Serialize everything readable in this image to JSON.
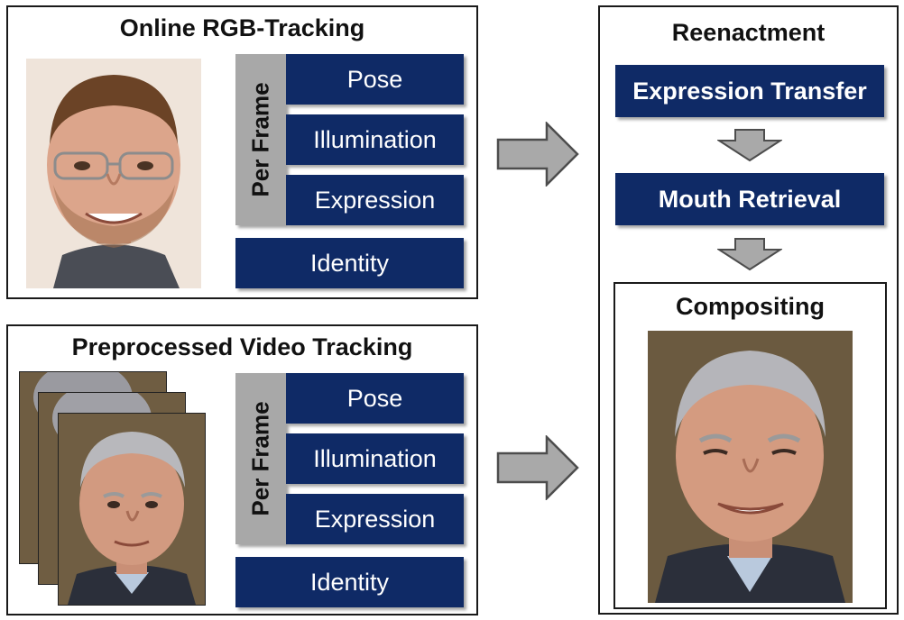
{
  "online": {
    "title": "Online RGB-Tracking",
    "per_frame_label": "Per Frame",
    "params": [
      "Pose",
      "Illumination",
      "Expression"
    ],
    "identity": "Identity"
  },
  "preprocessed": {
    "title": "Preprocessed Video Tracking",
    "per_frame_label": "Per Frame",
    "params": [
      "Pose",
      "Illumination",
      "Expression"
    ],
    "identity": "Identity"
  },
  "reenactment": {
    "title": "Reenactment",
    "steps": [
      "Expression Transfer",
      "Mouth Retrieval"
    ],
    "compositing_title": "Compositing"
  },
  "colors": {
    "box_fill": "#0f2a66",
    "per_frame_fill": "#a8a8a8",
    "arrow_fill": "#a9a9a9"
  }
}
